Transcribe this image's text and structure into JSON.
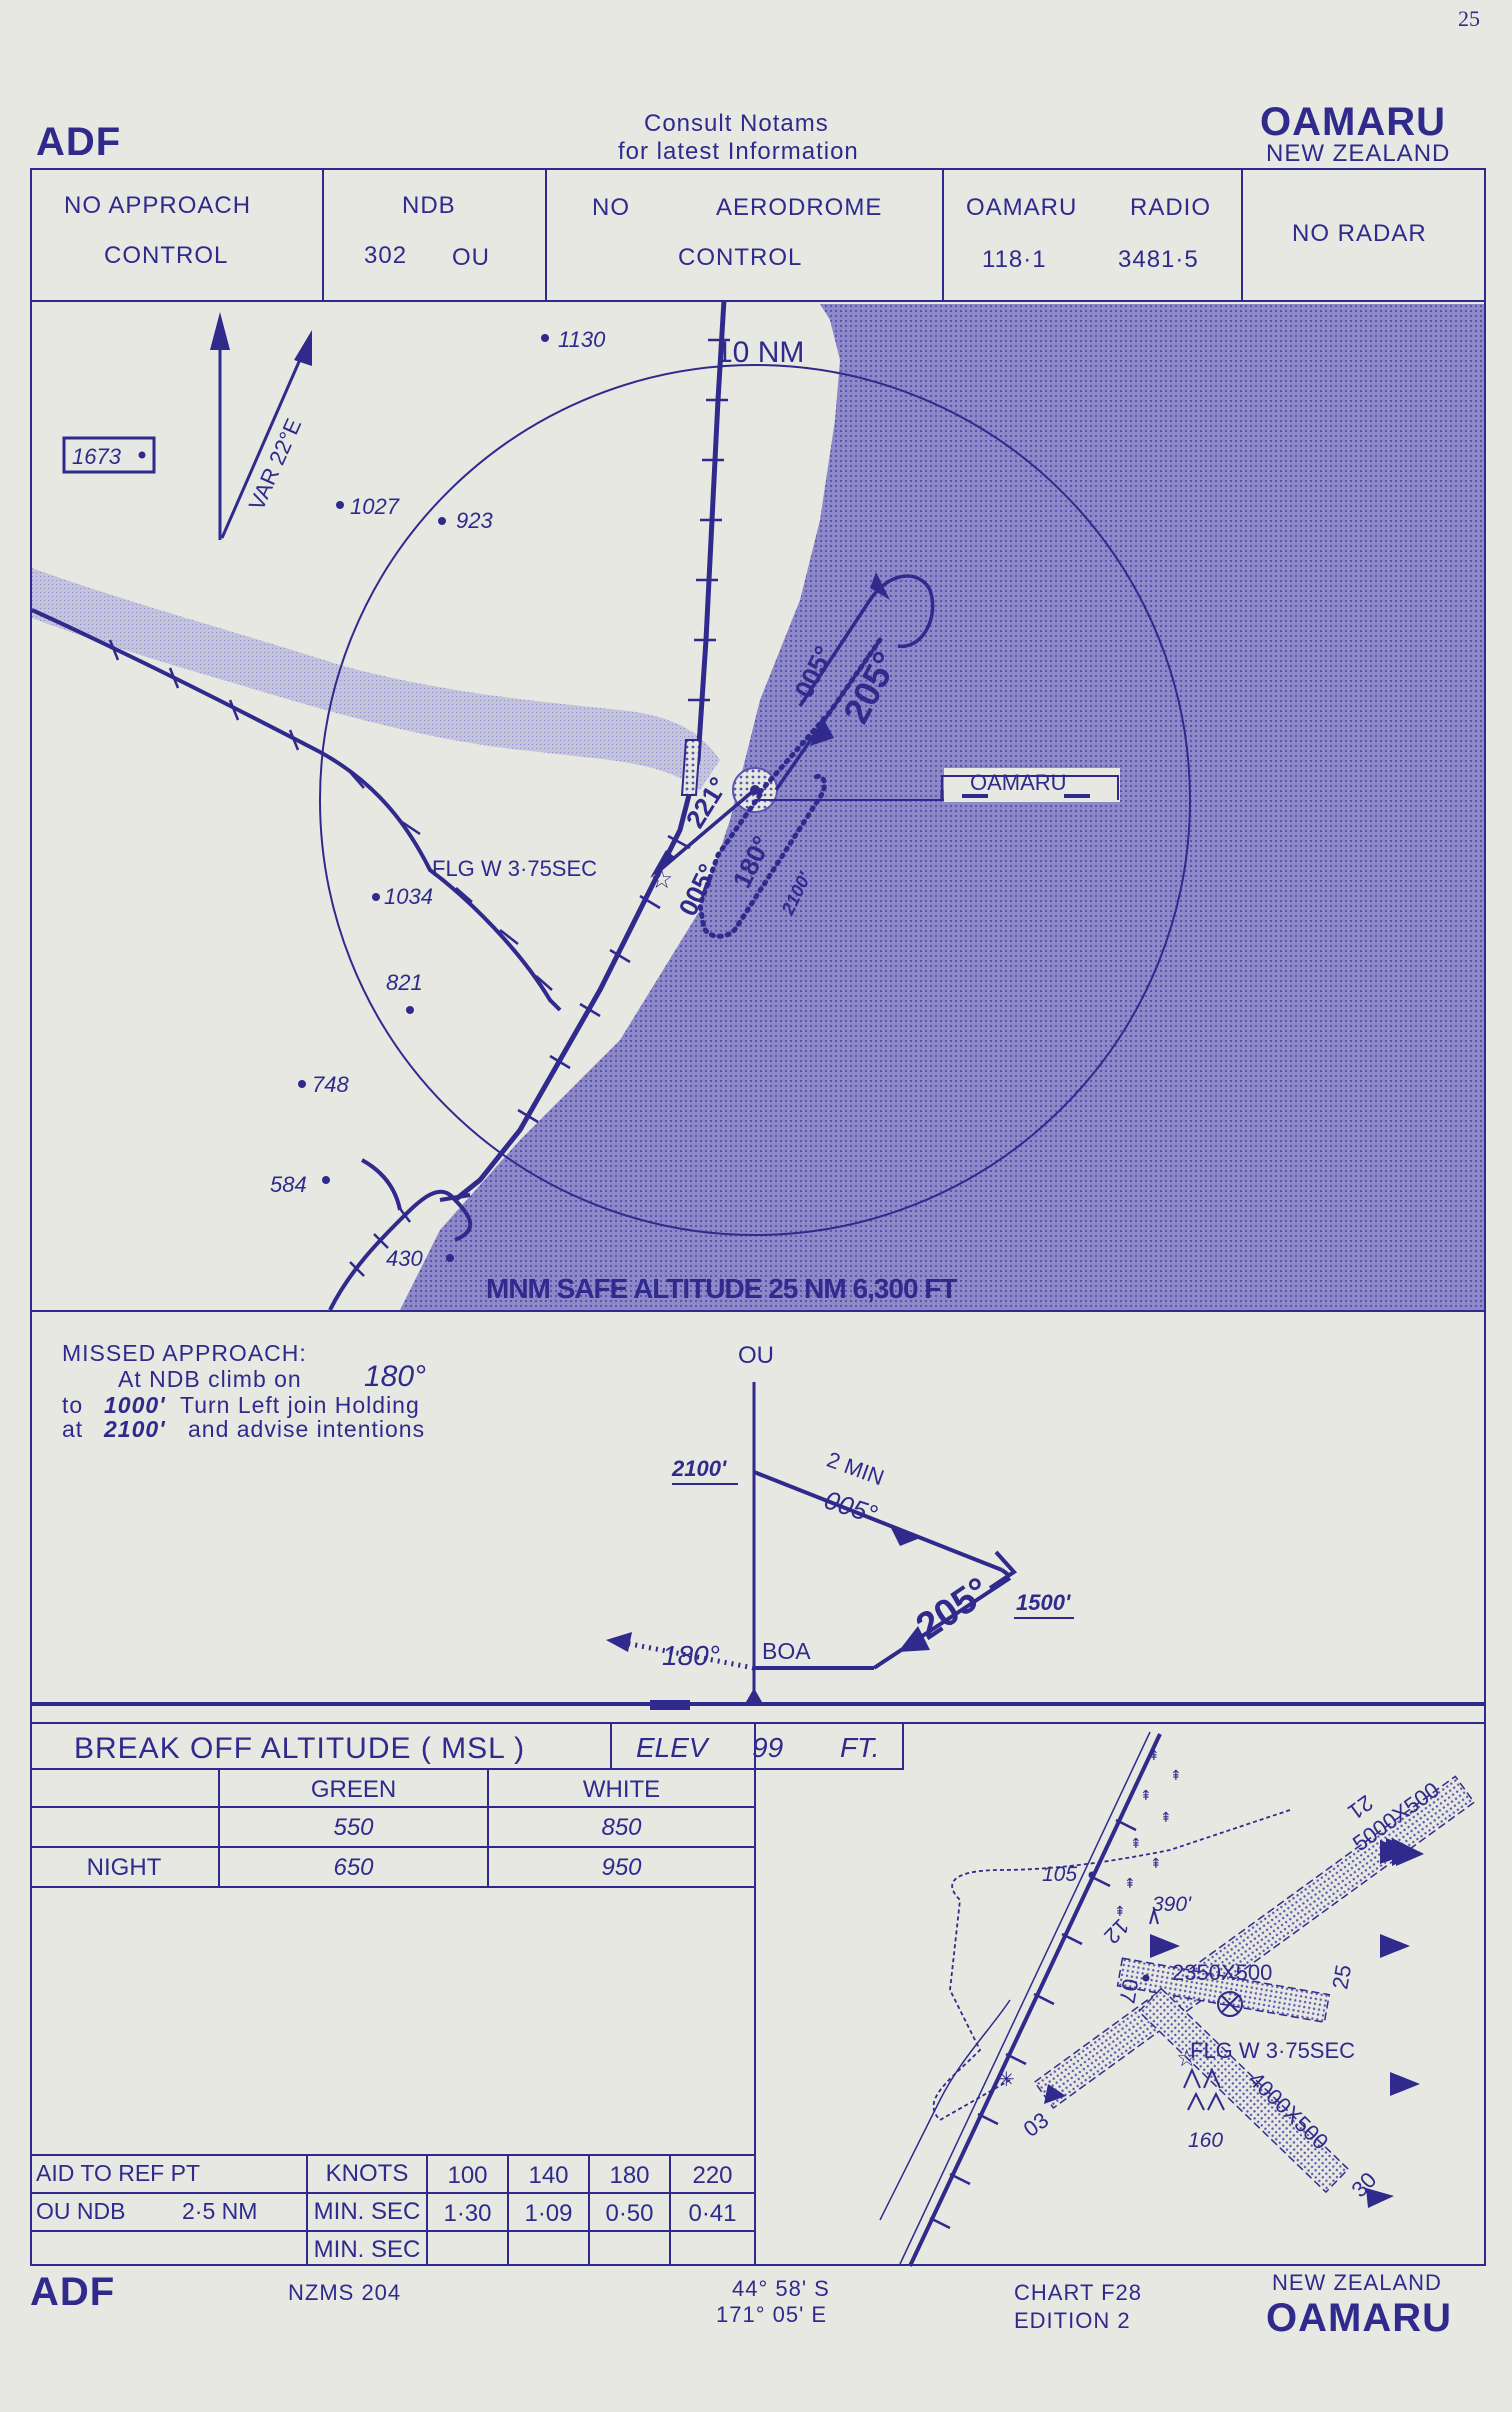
{
  "page_number": "25",
  "header": {
    "left_type": "ADF",
    "notice_line1": "Consult  Notams",
    "notice_line2": "for  latest  Information",
    "airport": "OAMARU",
    "country": "NEW ZEALAND"
  },
  "facilities": {
    "approach_1": "NO   APPROACH",
    "approach_2": "CONTROL",
    "ndb_title": "NDB",
    "ndb_freq": "302",
    "ndb_ident": "OU",
    "aerodrome_no": "NO",
    "aerodrome_1": "AERODROME",
    "aerodrome_2": "CONTROL",
    "radio_name": "OAMARU",
    "radio_label": "RADIO",
    "radio_freq1": "118·1",
    "radio_freq2": "3481·5",
    "radar": "NO RADAR"
  },
  "plan": {
    "var": "VAR 22°E",
    "range": "10 NM",
    "peak_box": "1673",
    "elevations": [
      "1130",
      "1027",
      "923",
      "1034",
      "821",
      "748",
      "584",
      "430"
    ],
    "town": "OAMARU",
    "light": "FLG W 3·75SEC",
    "hdg_inbound": "205°",
    "hdg_outbound": "005°",
    "hdg_005b": "005°",
    "hdg_221": "221°",
    "hdg_180": "180°",
    "hold_alt": "2100'",
    "msa": "MNM SAFE ALTITUDE 25 NM  6,300 FT"
  },
  "missed": {
    "title": "MISSED APPROACH:",
    "line1_a": "At  NDB  climb on",
    "line1_b": "180°",
    "line2_a": "to",
    "line2_b": "1000'",
    "line2_c": "Turn  Left   join Holding",
    "line3_a": "at",
    "line3_b": "2100'",
    "line3_c": "and advise   intentions"
  },
  "profile": {
    "fix": "OU",
    "alt_top": "2100'",
    "time": "2 MIN",
    "hdg_out": "005°",
    "hdg_in": "205°",
    "alt_turn": "1500'",
    "hdg_missed": "180°",
    "boa": "BOA"
  },
  "boa_table": {
    "title": "BREAK  OFF  ALTITUDE  ( MSL )",
    "elev_label": "ELEV",
    "elev_value": "99",
    "elev_unit": "FT.",
    "col_green": "GREEN",
    "col_white": "WHITE",
    "rows": [
      {
        "label": "",
        "green": "550",
        "white": "850"
      },
      {
        "label": "NIGHT",
        "green": "650",
        "white": "950"
      }
    ]
  },
  "timing": {
    "aid_label": "AID TO REF PT",
    "knots_label": "KNOTS",
    "speeds": [
      "100",
      "140",
      "180",
      "220"
    ],
    "aid": "OU NDB",
    "distance": "2·5 NM",
    "min_sec_label": "MIN. SEC",
    "times": [
      "1·30",
      "1·09",
      "0·50",
      "0·41"
    ],
    "min_sec_label_2": "MIN. SEC"
  },
  "aerodrome": {
    "elev_105": "105",
    "elev_390": "390'",
    "elev_160": "160",
    "rwy_21": "21",
    "rwy_03": "03",
    "rwy_25": "25",
    "rwy_07": "07",
    "rwy_12": "12",
    "rwy_30": "30",
    "dim_1": "5000X500",
    "dim_2": "2350X500",
    "dim_3": "4000X500",
    "light": "FLG  W  3·75SEC"
  },
  "footer": {
    "left_type": "ADF",
    "map_ref": "NZMS  204",
    "lat": "44°  58' S",
    "lon": "171°   05' E",
    "chart": "CHART  F28",
    "edition": "EDITION  2",
    "country": "NEW  ZEALAND",
    "airport": "OAMARU"
  },
  "colors": {
    "ink": "#2f2a8c",
    "paper": "#e7e8e2"
  }
}
